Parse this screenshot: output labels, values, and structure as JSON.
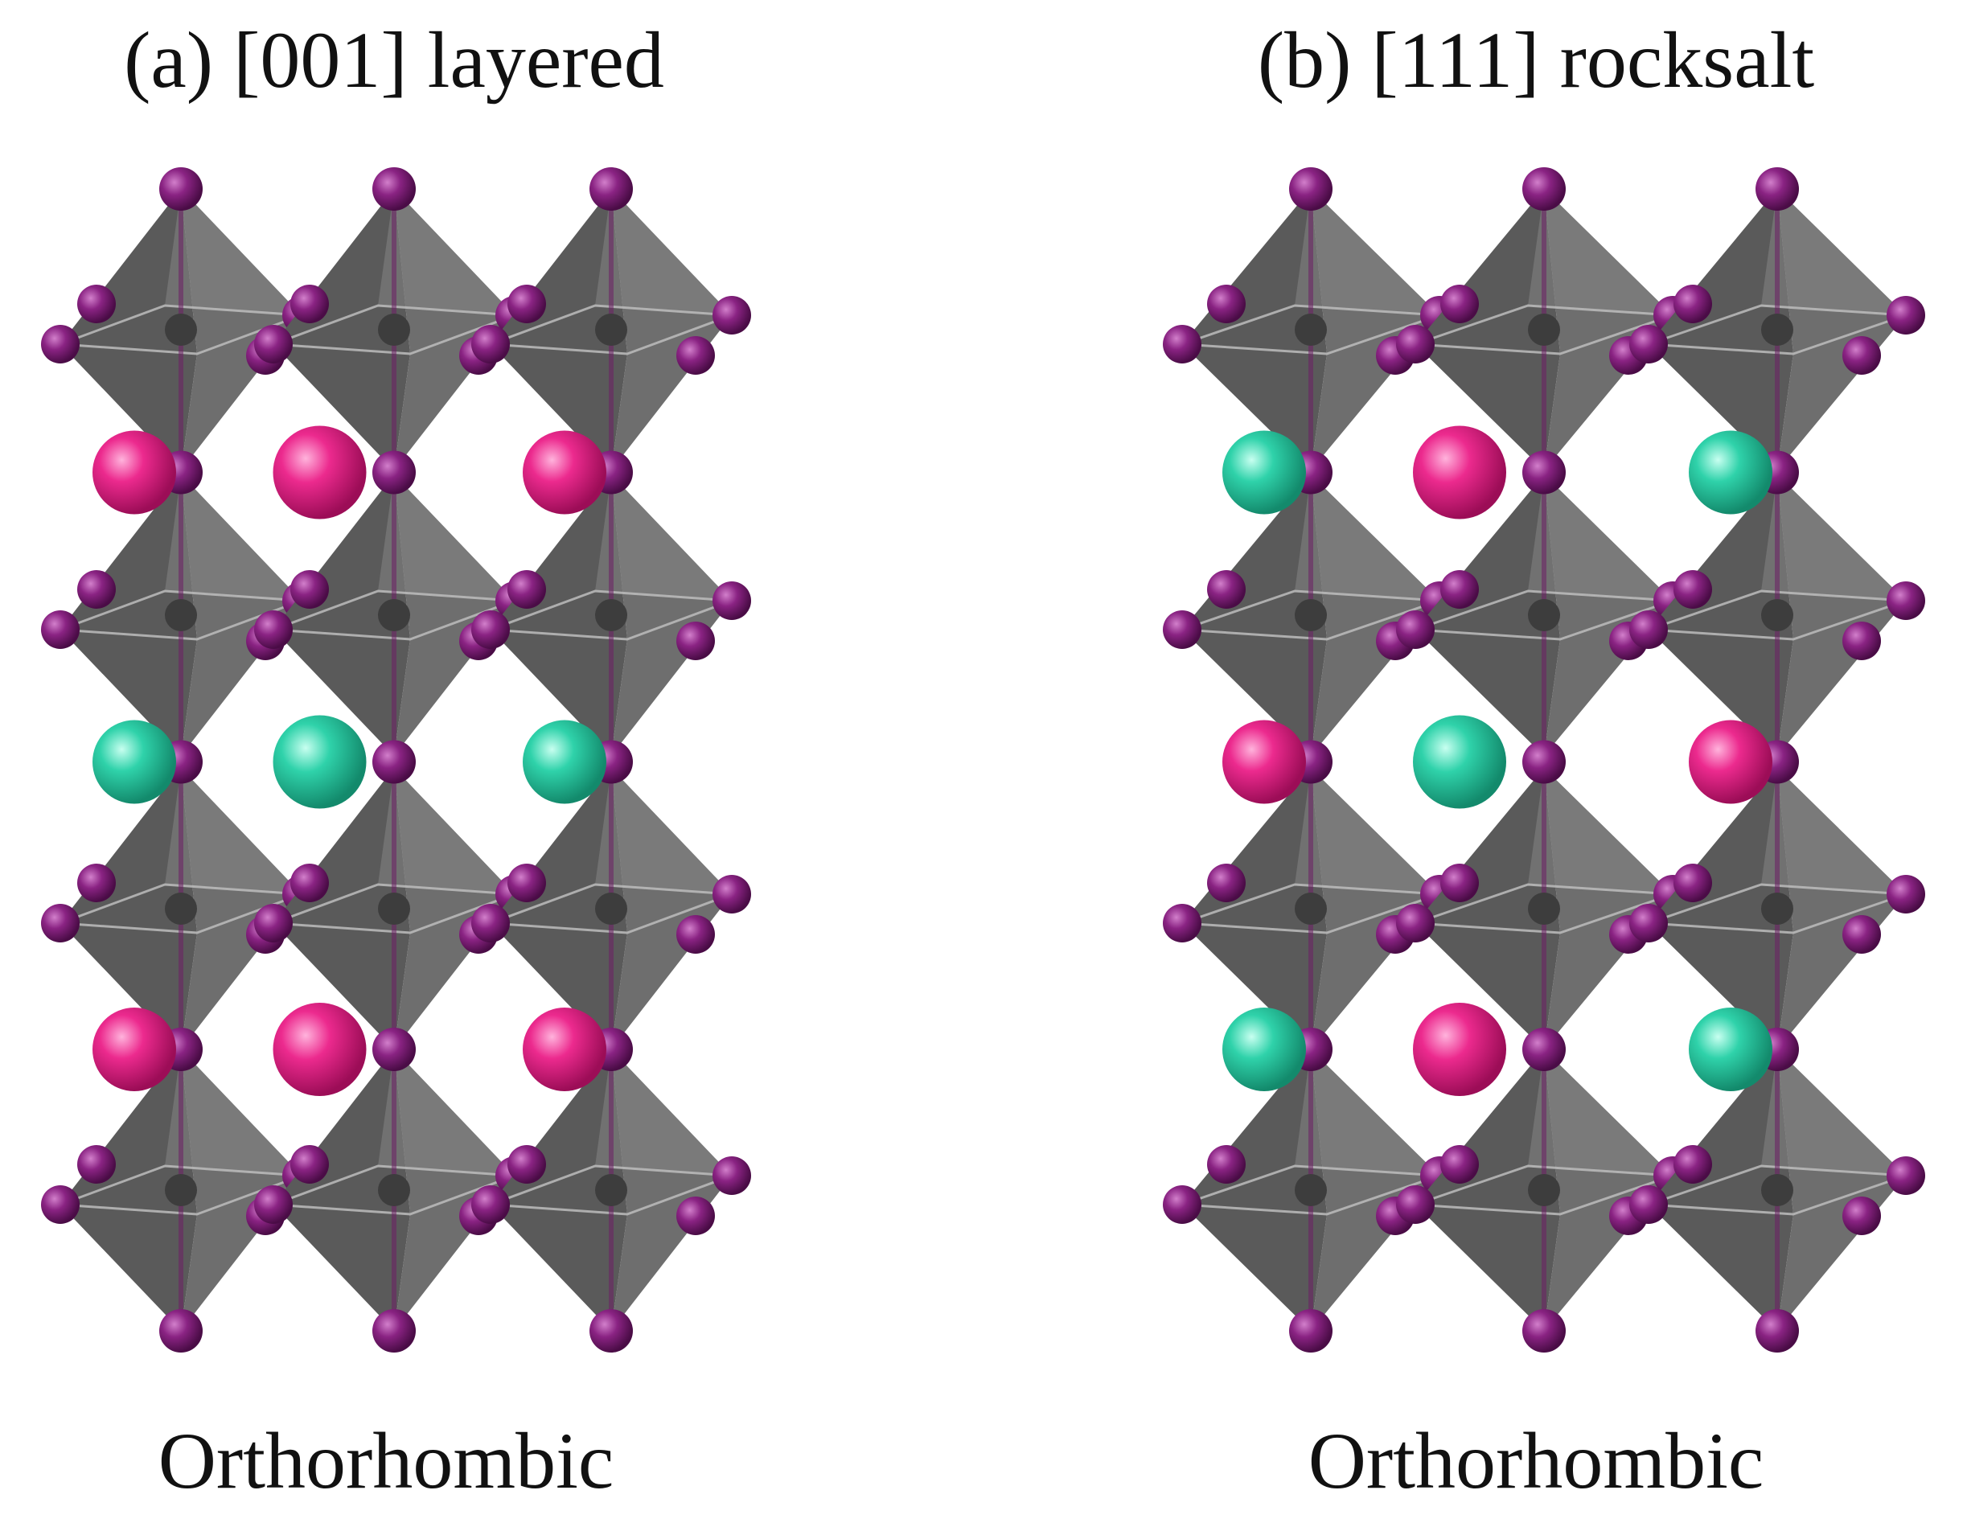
{
  "panels": [
    {
      "title": "(a) [001] layered",
      "caption": "Orthorhombic",
      "a_site_rows": [
        [
          "magenta",
          "magenta",
          "magenta"
        ],
        [
          "teal",
          "teal",
          "teal"
        ],
        [
          "magenta",
          "magenta",
          "magenta"
        ]
      ]
    },
    {
      "title": "(b) [111] rocksalt",
      "caption": "Orthorhombic",
      "a_site_rows": [
        [
          "teal",
          "magenta",
          "teal"
        ],
        [
          "magenta",
          "teal",
          "magenta"
        ],
        [
          "teal",
          "magenta",
          "teal"
        ]
      ]
    }
  ],
  "colors": {
    "octahedron": "#5f5f5f",
    "anion": "#7a1a73",
    "magenta_cation": "#e0177f",
    "teal_cation": "#22c9a0"
  }
}
